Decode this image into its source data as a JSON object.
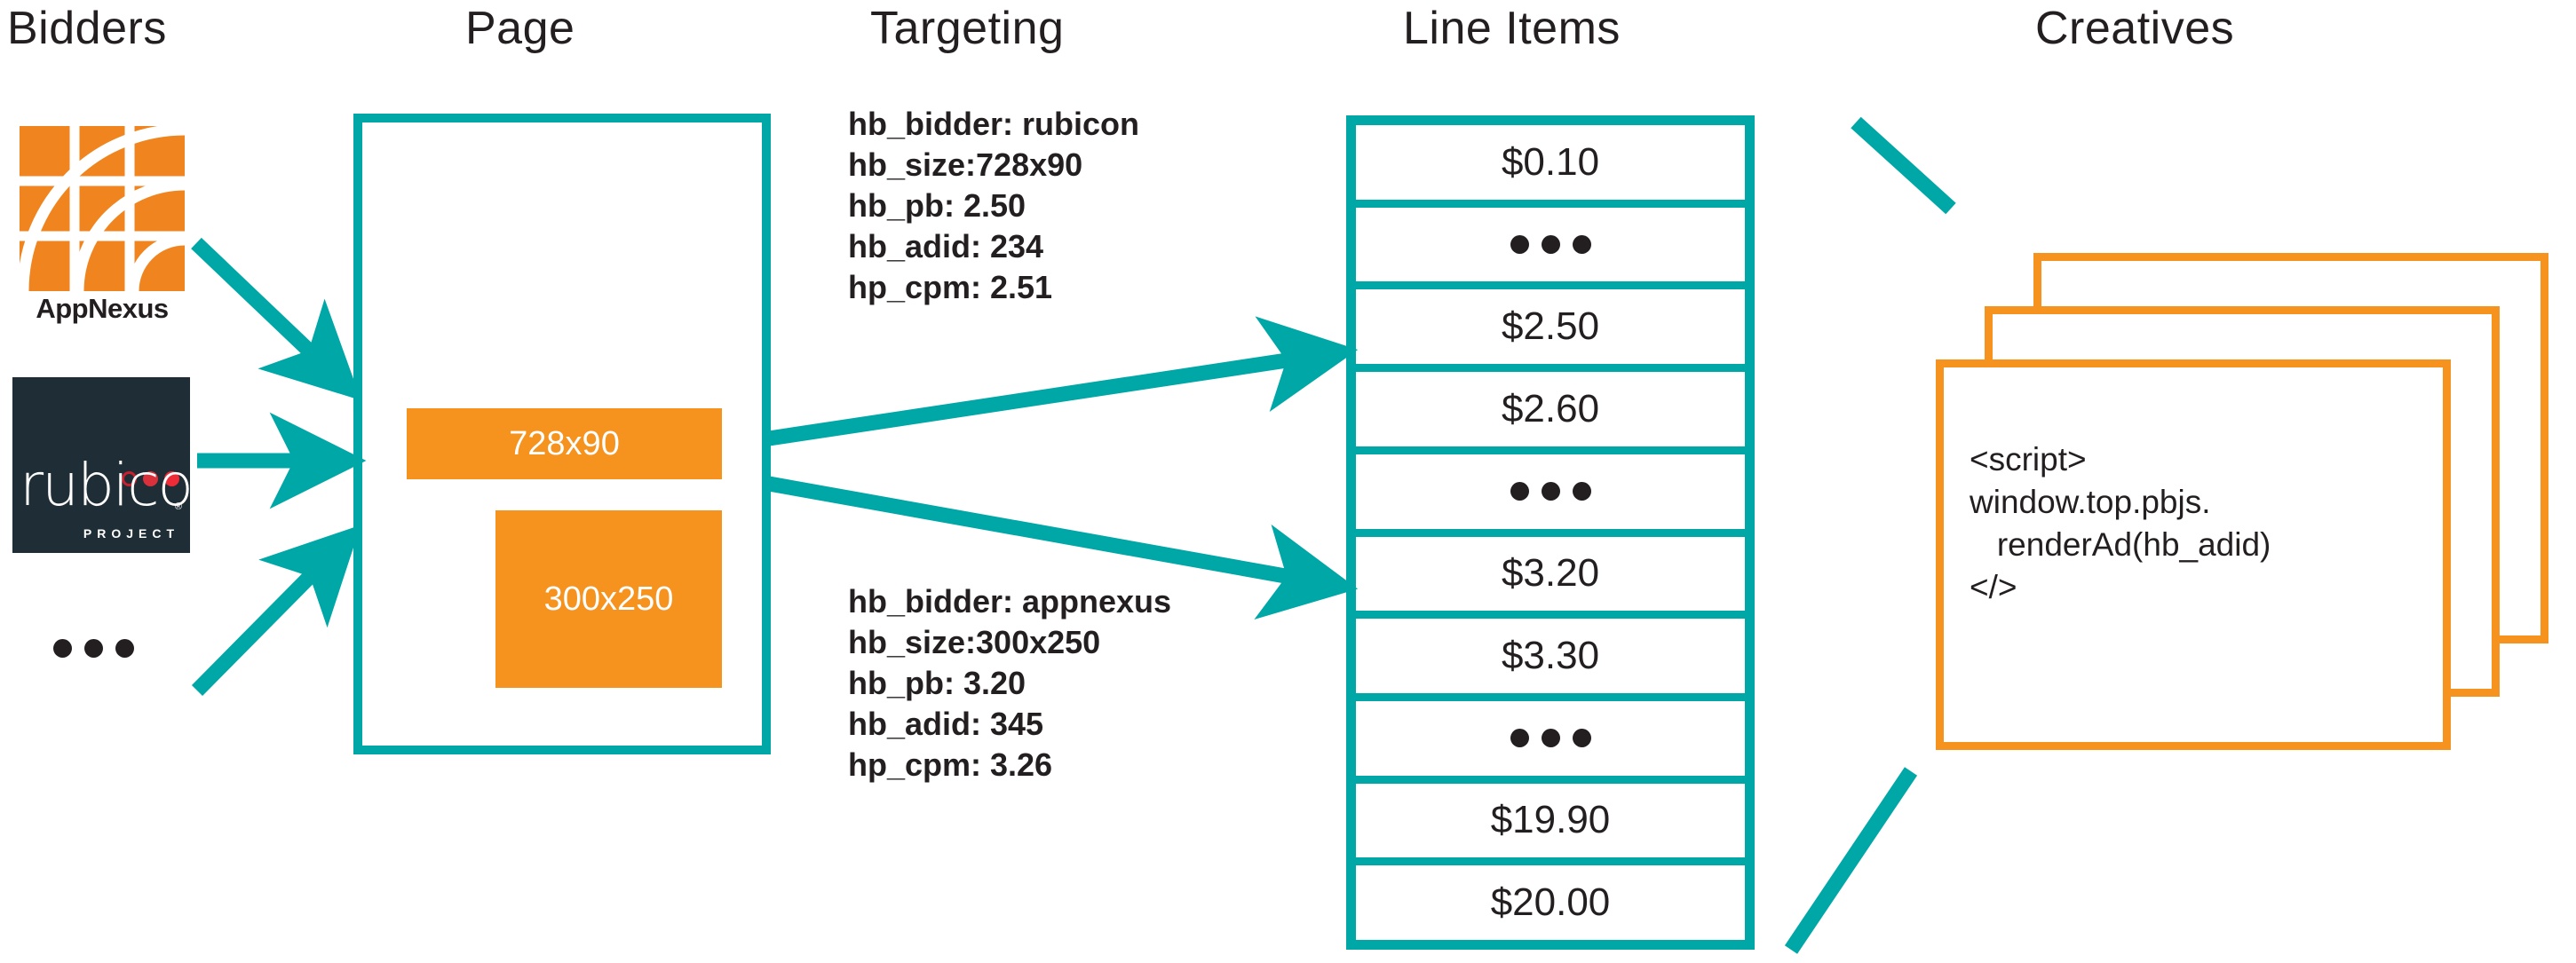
{
  "columns": [
    {
      "id": "bidders",
      "label": "Bidders"
    },
    {
      "id": "page",
      "label": "Page"
    },
    {
      "id": "targeting",
      "label": "Targeting"
    },
    {
      "id": "line-items",
      "label": "Line Items"
    },
    {
      "id": "creatives",
      "label": "Creatives"
    }
  ],
  "colors": {
    "teal": "#00a7a7",
    "orange": "#F6921E",
    "logo_orange": "#F0851F",
    "rubicon_navy": "#1e2d36",
    "ink": "#231f20",
    "white": "#ffffff",
    "rubicon_red": "#ee2b36"
  },
  "bidders": {
    "appnexus": {
      "name": "AppNexus",
      "wordmark": "AppNexus"
    },
    "rubicon": {
      "name": "rubicon",
      "wordmark": "rubicon",
      "sub": "PROJECT",
      "registered": "®"
    },
    "more": "•••"
  },
  "page": {
    "ad_slots": [
      {
        "id": "banner",
        "label": "728x90"
      },
      {
        "id": "rectangle",
        "label": "300x250"
      }
    ]
  },
  "targeting": [
    {
      "id": "rubicon-targeting",
      "lines": [
        "hb_bidder: rubicon",
        "hb_size:728x90",
        "hb_pb: 2.50",
        "hb_adid: 234",
        "hp_cpm: 2.51"
      ]
    },
    {
      "id": "appnexus-targeting",
      "lines": [
        "hb_bidder: appnexus",
        "hb_size:300x250",
        "hb_pb: 3.20",
        "hb_adid: 345",
        "hp_cpm: 3.26"
      ]
    }
  ],
  "line_items": [
    {
      "value": "$0.10",
      "is_ellipsis": false
    },
    {
      "value": "",
      "is_ellipsis": true
    },
    {
      "value": "$2.50",
      "is_ellipsis": false
    },
    {
      "value": "$2.60",
      "is_ellipsis": false
    },
    {
      "value": "",
      "is_ellipsis": true
    },
    {
      "value": "$3.20",
      "is_ellipsis": false
    },
    {
      "value": "$3.30",
      "is_ellipsis": false
    },
    {
      "value": "",
      "is_ellipsis": true
    },
    {
      "value": "$19.90",
      "is_ellipsis": false
    },
    {
      "value": "$20.00",
      "is_ellipsis": false
    }
  ],
  "creative": {
    "code": "<script>\nwindow.top.pbjs.\n   renderAd(hb_adid)\n</>"
  }
}
